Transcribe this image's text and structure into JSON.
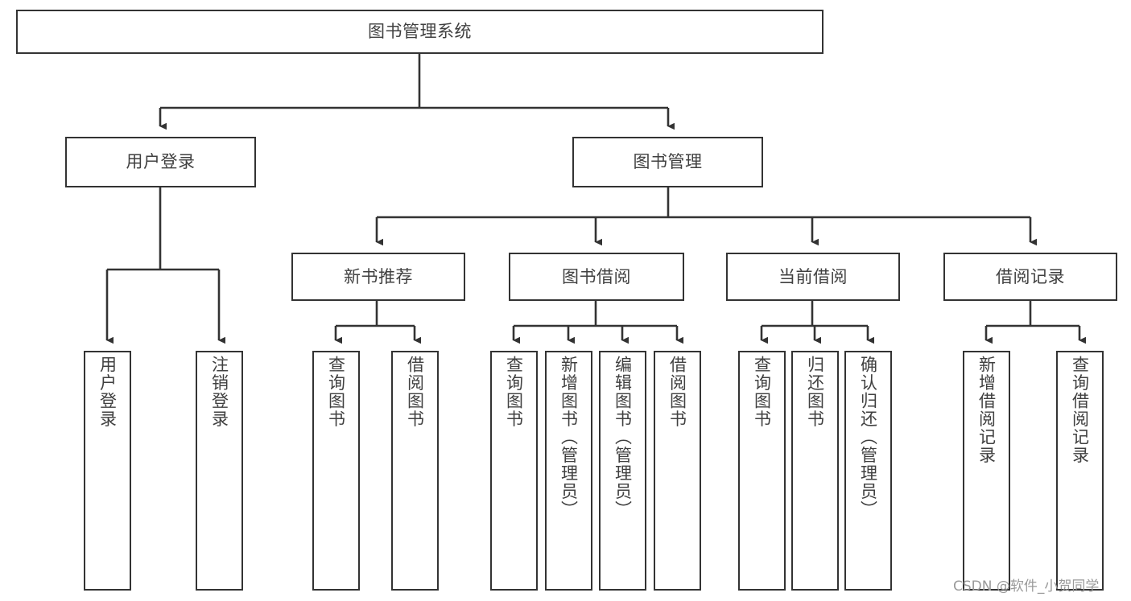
{
  "diagram": {
    "title": "图书管理系统",
    "watermark": "CSDN @软件_小贺同学",
    "colors": {
      "border": "#333333",
      "text": "#404040",
      "background": "#ffffff",
      "watermark": "#9a9a9a"
    },
    "levels": {
      "root": {
        "label": "图书管理系统"
      },
      "level2": [
        {
          "label": "用户登录"
        },
        {
          "label": "图书管理"
        }
      ],
      "level3": [
        {
          "label": "新书推荐"
        },
        {
          "label": "图书借阅"
        },
        {
          "label": "当前借阅"
        },
        {
          "label": "借阅记录"
        }
      ],
      "leaves": {
        "user_login": [
          {
            "label": "用户登录"
          },
          {
            "label": "注销登录"
          }
        ],
        "new_book": [
          {
            "label": "查询图书"
          },
          {
            "label": "借阅图书"
          }
        ],
        "book_borrow": [
          {
            "label": "查询图书"
          },
          {
            "label": "新增图书（管理员）"
          },
          {
            "label": "编辑图书（管理员）"
          },
          {
            "label": "借阅图书"
          }
        ],
        "current_borrow": [
          {
            "label": "查询图书"
          },
          {
            "label": "归还图书"
          },
          {
            "label": "确认归还（管理员）"
          }
        ],
        "borrow_record": [
          {
            "label": "新增借阅记录"
          },
          {
            "label": "查询借阅记录"
          }
        ]
      }
    }
  }
}
